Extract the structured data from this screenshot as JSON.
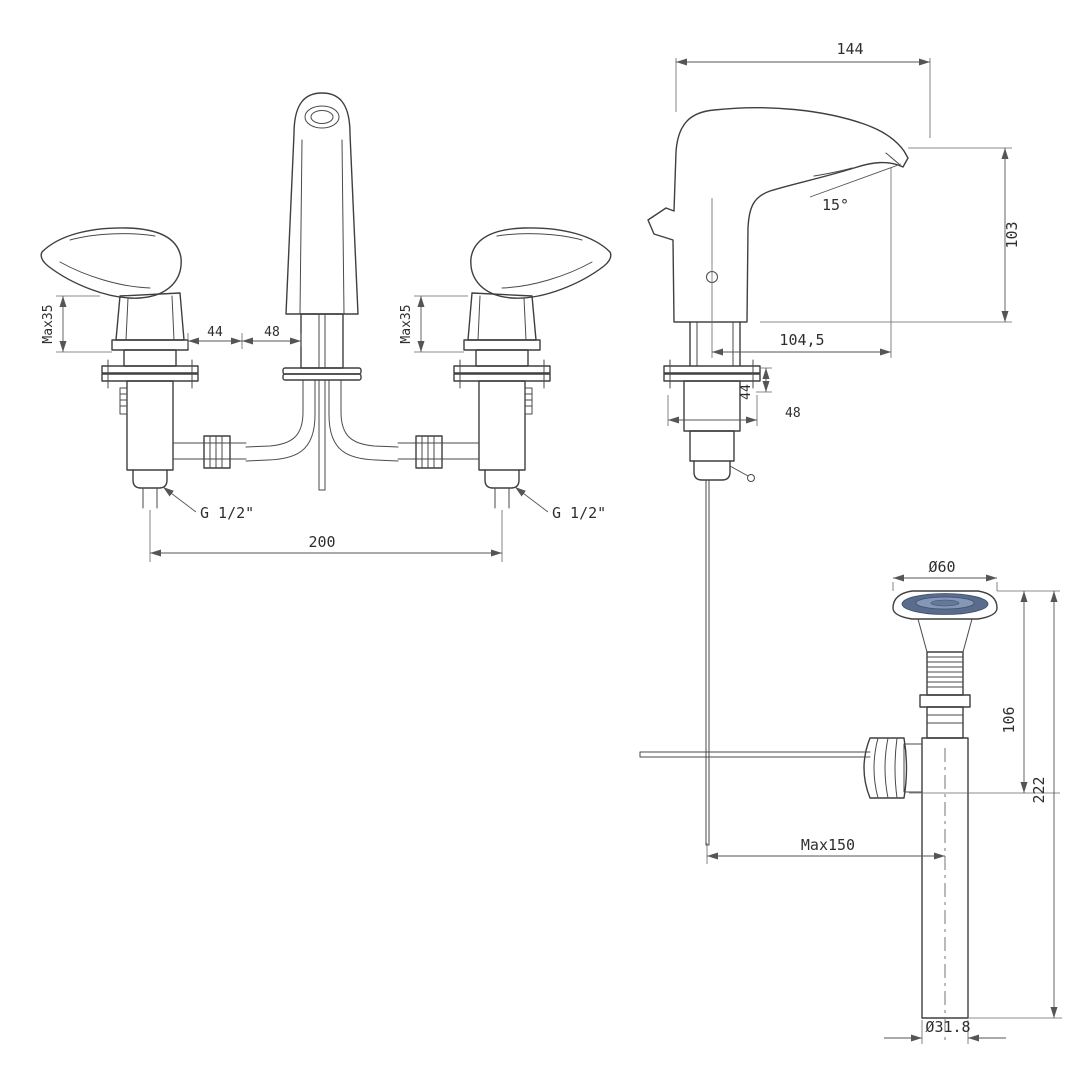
{
  "colors": {
    "line": "#3f3f3f",
    "dimension": "#555555",
    "drain_cap_dark": "#5a6c8c",
    "drain_cap_mid": "#8498b6",
    "drain_cap_inner": "#65789a",
    "background": "#ffffff"
  },
  "front_view": {
    "dims": {
      "max35_left": "Max35",
      "max35_right": "Max35",
      "w44": "44",
      "w48": "48",
      "spread200": "200",
      "g_left": "G 1/2\"",
      "g_right": "G 1/2\""
    }
  },
  "side_view": {
    "dims": {
      "depth144": "144",
      "angle15": "15°",
      "h103": "103",
      "reach104_5": "104,5",
      "h44": "44",
      "w48": "48"
    }
  },
  "drain_view": {
    "dims": {
      "dia60": "Ø60",
      "h106": "106",
      "h222": "222",
      "max150": "Max150",
      "dia31_8": "Ø31.8"
    }
  }
}
